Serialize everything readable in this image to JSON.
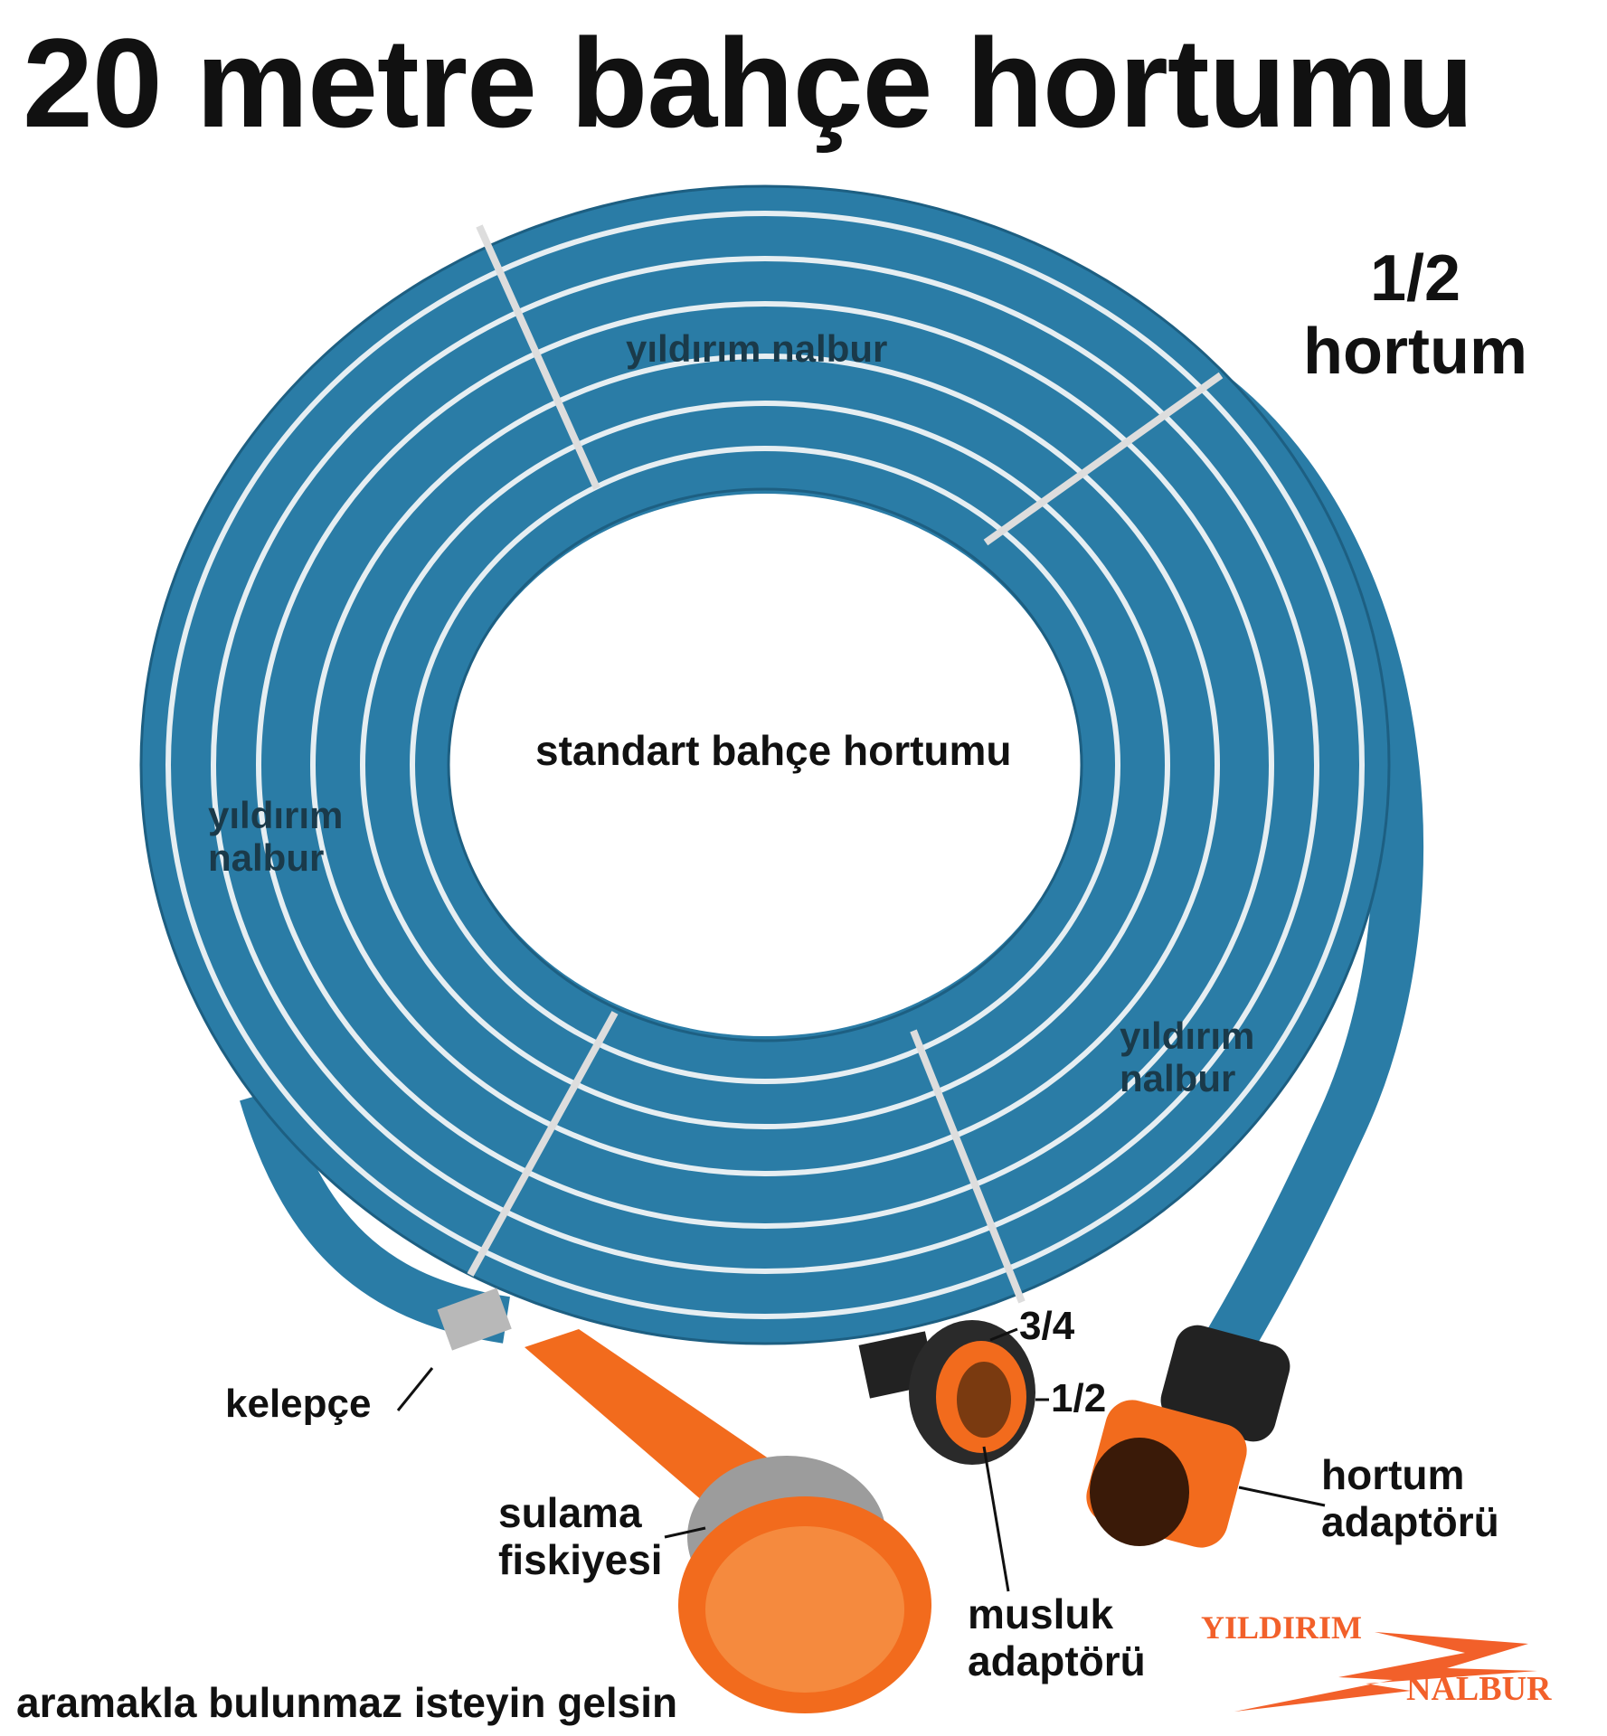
{
  "title": "20 metre bahçe hortumu",
  "size_label": {
    "line1": "1/2",
    "line2": "hortum"
  },
  "watermarks": {
    "top": "yıldırım nalbur",
    "left": {
      "line1": "yıldırım",
      "line2": "nalbur"
    },
    "right": {
      "line1": "yıldırım",
      "line2": "nalbur"
    }
  },
  "center_label": "standart bahçe hortumu",
  "parts": {
    "clamp": "kelepçe",
    "size_34": "3/4",
    "size_12": "1/2",
    "hose_adapter": {
      "line1": "hortum",
      "line2": "adaptörü"
    },
    "sprinkler": {
      "line1": "sulama",
      "line2": "fiskiyesi"
    },
    "tap_adapter": {
      "line1": "musluk",
      "line2": "adaptörü"
    }
  },
  "slogan": "aramakla bulunmaz isteyin gelsin",
  "logo": {
    "line1": "YILDIRIM",
    "line2": "NALBUR"
  },
  "colors": {
    "hose": "#2a7ca6",
    "stripe": "#e6eef2",
    "fitting": "#f26b1d",
    "logo": "#f2602a"
  }
}
